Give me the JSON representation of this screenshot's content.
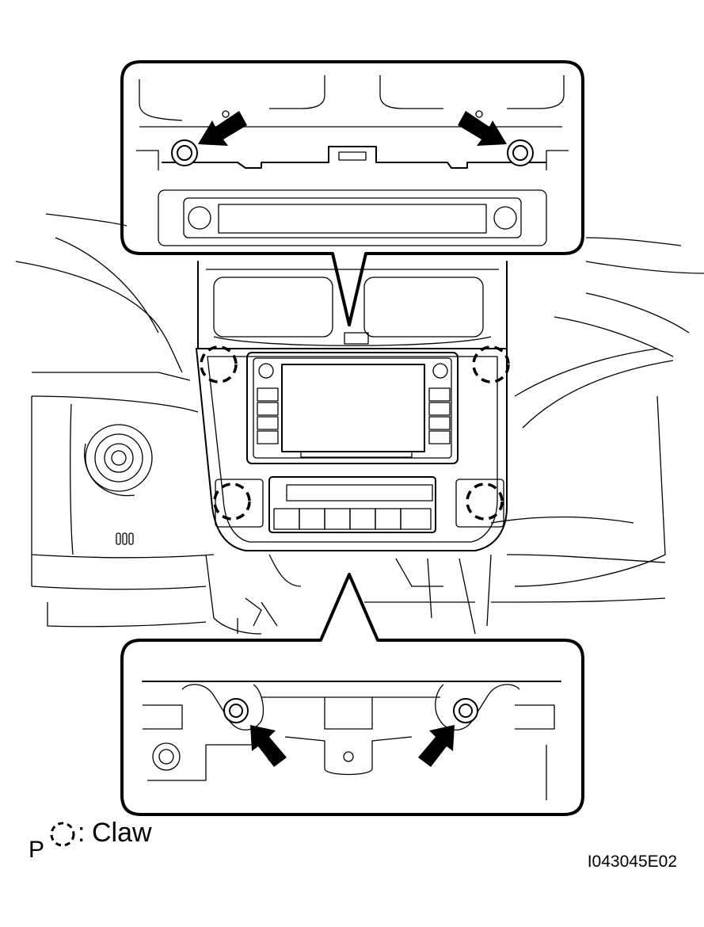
{
  "legend": {
    "prefix": "P",
    "symbol_icon": "dashed-circle-icon",
    "separator": ":",
    "label": "Claw"
  },
  "figure_code": "I043045E02",
  "colors": {
    "line": "#000000",
    "background": "#ffffff"
  }
}
